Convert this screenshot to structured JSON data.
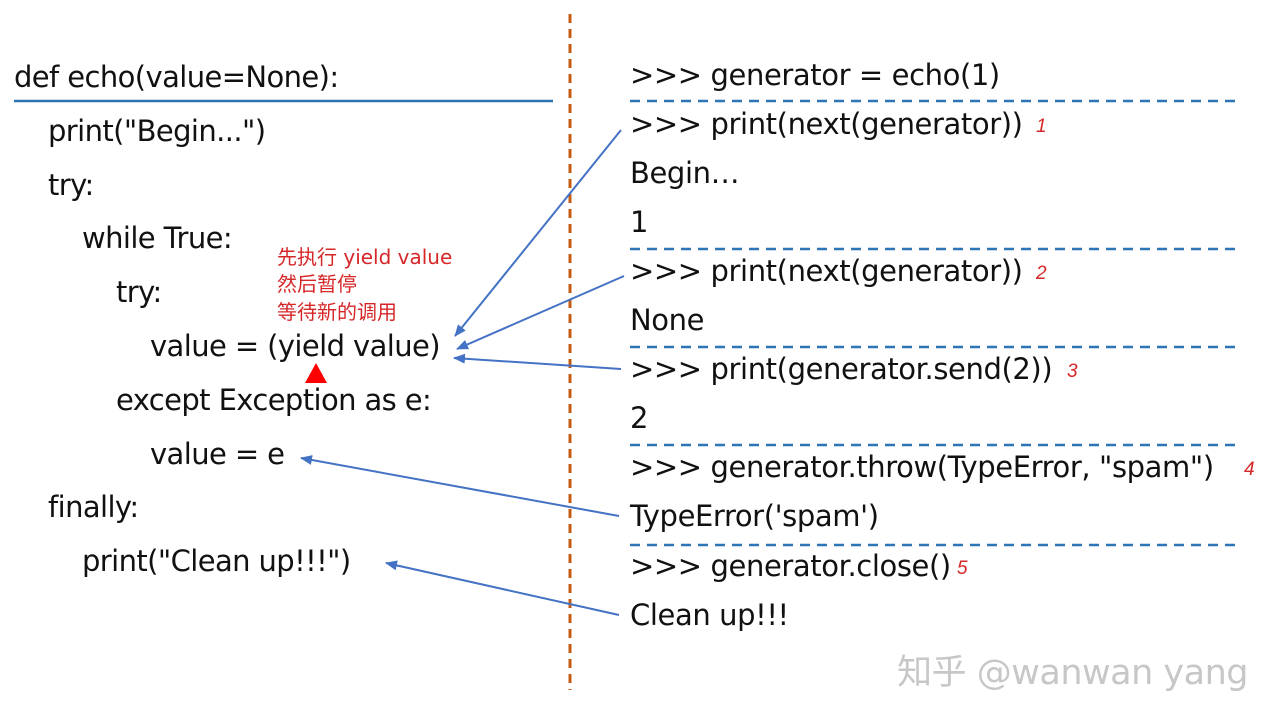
{
  "code": {
    "lines": [
      "def echo(value=None):",
      "print(\"Begin...\")",
      "try:",
      "while True:",
      "try:",
      "value = (yield value)",
      "except Exception as e:",
      "value = e",
      "finally:",
      "print(\"Clean up!!!\")"
    ]
  },
  "annotation": {
    "lines": [
      "先执行 yield value",
      "然后暂停",
      "等待新的调用"
    ]
  },
  "console": {
    "lines": [
      ">>> generator = echo(1)",
      ">>> print(next(generator))",
      "Begin…",
      "1",
      ">>> print(next(generator))",
      "None",
      ">>> print(generator.send(2))",
      "2",
      ">>> generator.throw(TypeError, \"spam\")",
      "TypeError('spam')",
      ">>> generator.close()",
      "Clean up!!!"
    ],
    "step_numbers": [
      "1",
      "2",
      "3",
      "4",
      "5"
    ]
  },
  "watermark": "知乎 @wanwan yang",
  "colors": {
    "divider": "#c55a11",
    "separator": "#2e75b6",
    "arrow": "#4472c4",
    "annotation": "#d62728",
    "marker": "#ff0000"
  }
}
